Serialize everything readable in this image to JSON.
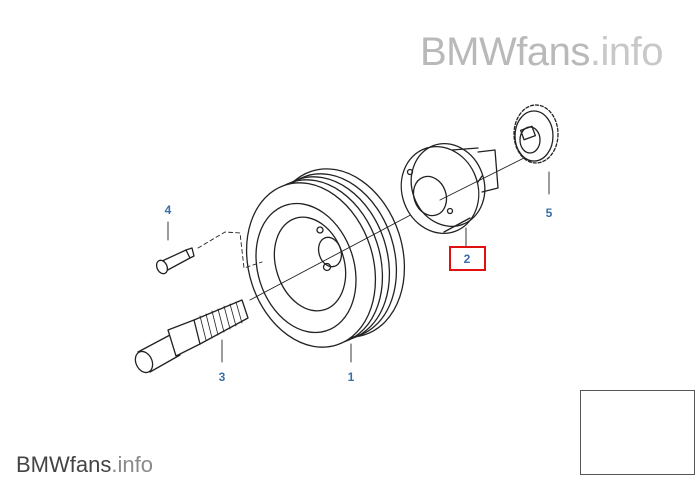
{
  "watermark_top": {
    "brand": "BMWfans",
    "domain": ".info"
  },
  "watermark_bottom": {
    "brand": "BMWfans",
    "domain": ".info"
  },
  "callouts": [
    {
      "id": "1",
      "label": "1"
    },
    {
      "id": "2",
      "label": "2"
    },
    {
      "id": "3",
      "label": "3"
    },
    {
      "id": "4",
      "label": "4"
    },
    {
      "id": "5",
      "label": "5"
    }
  ],
  "highlighted_part": "2",
  "colors": {
    "callout": "#3a6ea8",
    "highlight": "#e01010",
    "line": "#222222",
    "watermark": "#b9b9b9"
  }
}
